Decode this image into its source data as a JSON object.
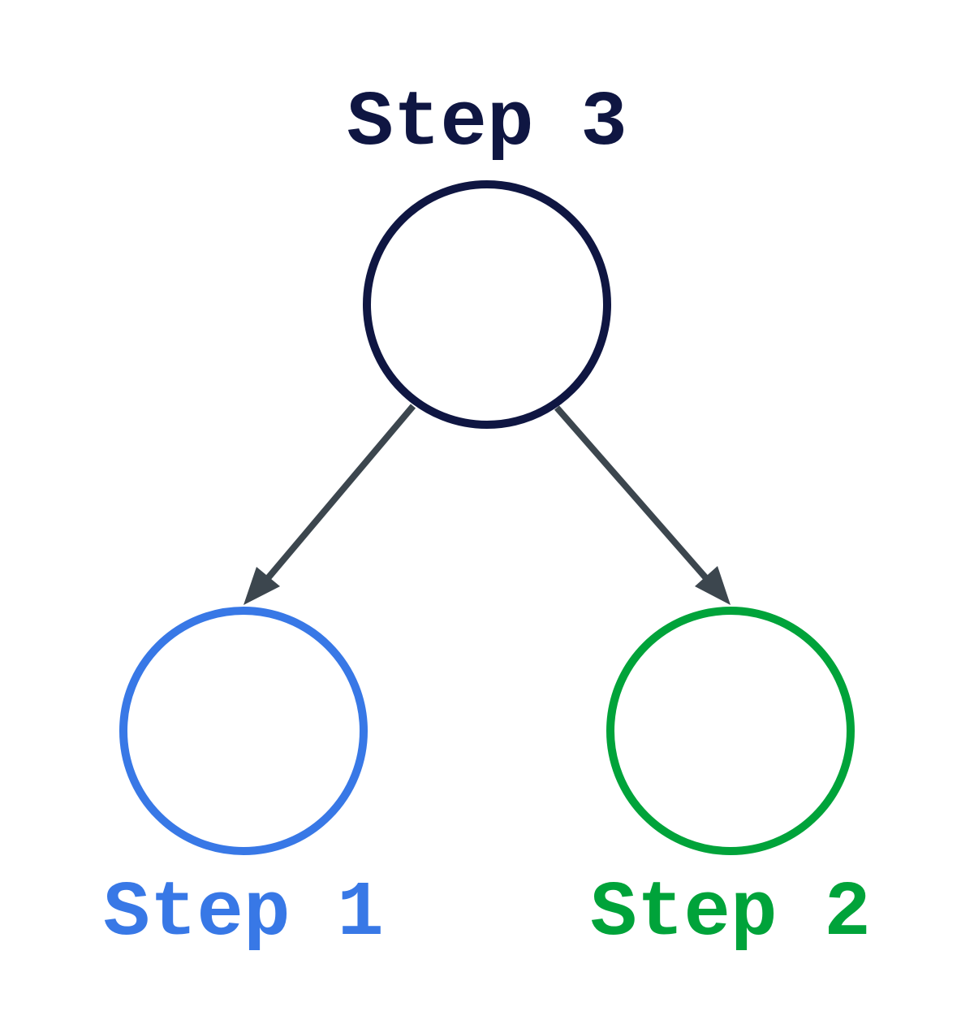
{
  "diagram": {
    "nodes": {
      "step3": {
        "label": "Step 3",
        "color": "#0f1642"
      },
      "step1": {
        "label": "Step 1",
        "color": "#3878e6"
      },
      "step2": {
        "label": "Step 2",
        "color": "#00a33a"
      }
    },
    "edges": [
      {
        "from": "step3",
        "to": "step1",
        "color": "#3c464e"
      },
      {
        "from": "step3",
        "to": "step2",
        "color": "#3c464e"
      }
    ]
  }
}
